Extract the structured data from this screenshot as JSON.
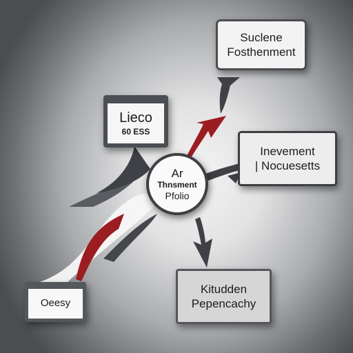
{
  "hub": {
    "line1": "Ar",
    "line2": "Thnsment",
    "line3": "Pfolio"
  },
  "nodes": {
    "top_right": {
      "line1": "Suclene",
      "line2": "Fosthenment"
    },
    "left": {
      "line1": "Lieco",
      "line2": "60 ESS"
    },
    "right": {
      "line1": "Inevement",
      "line2": "| Nocuesetts"
    },
    "bottom_left": {
      "line1": "Oeesy"
    },
    "bottom_right": {
      "line1": "Kitudden",
      "line2": "Pepencachy"
    }
  },
  "colors": {
    "accent_red": "#9b1d22",
    "dark_gray": "#3f4146",
    "light_swoosh": "#f7f7f7"
  }
}
